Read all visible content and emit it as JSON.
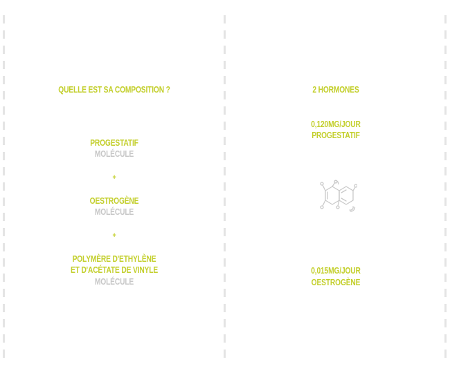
{
  "left": {
    "heading": "QUELLE EST SA COMPOSITION ?",
    "items": [
      {
        "name": "PROGESTATIF",
        "type": "MOLÉCULE"
      },
      {
        "name": "OESTROGÈNE",
        "type": "MOLÉCULE"
      },
      {
        "name_line1": "POLYMÈRE D'ETHYLÈNE",
        "name_line2": "ET D'ACÉTATE DE VINYLE",
        "type": "MOLÉCULE"
      }
    ],
    "separator": "+"
  },
  "right": {
    "heading": "2 HORMONES",
    "dose1": {
      "value": "0,120",
      "unit": "MG/JOUR",
      "label": "PROGESTATIF"
    },
    "icon": "molecule-icon",
    "dose2": {
      "value": "0,015",
      "unit": "MG/JOUR",
      "label": "OESTROGÈNE"
    }
  },
  "colors": {
    "accent": "#c3cf2c",
    "muted": "#c7c7c7",
    "divider": "#e4e4e4"
  }
}
